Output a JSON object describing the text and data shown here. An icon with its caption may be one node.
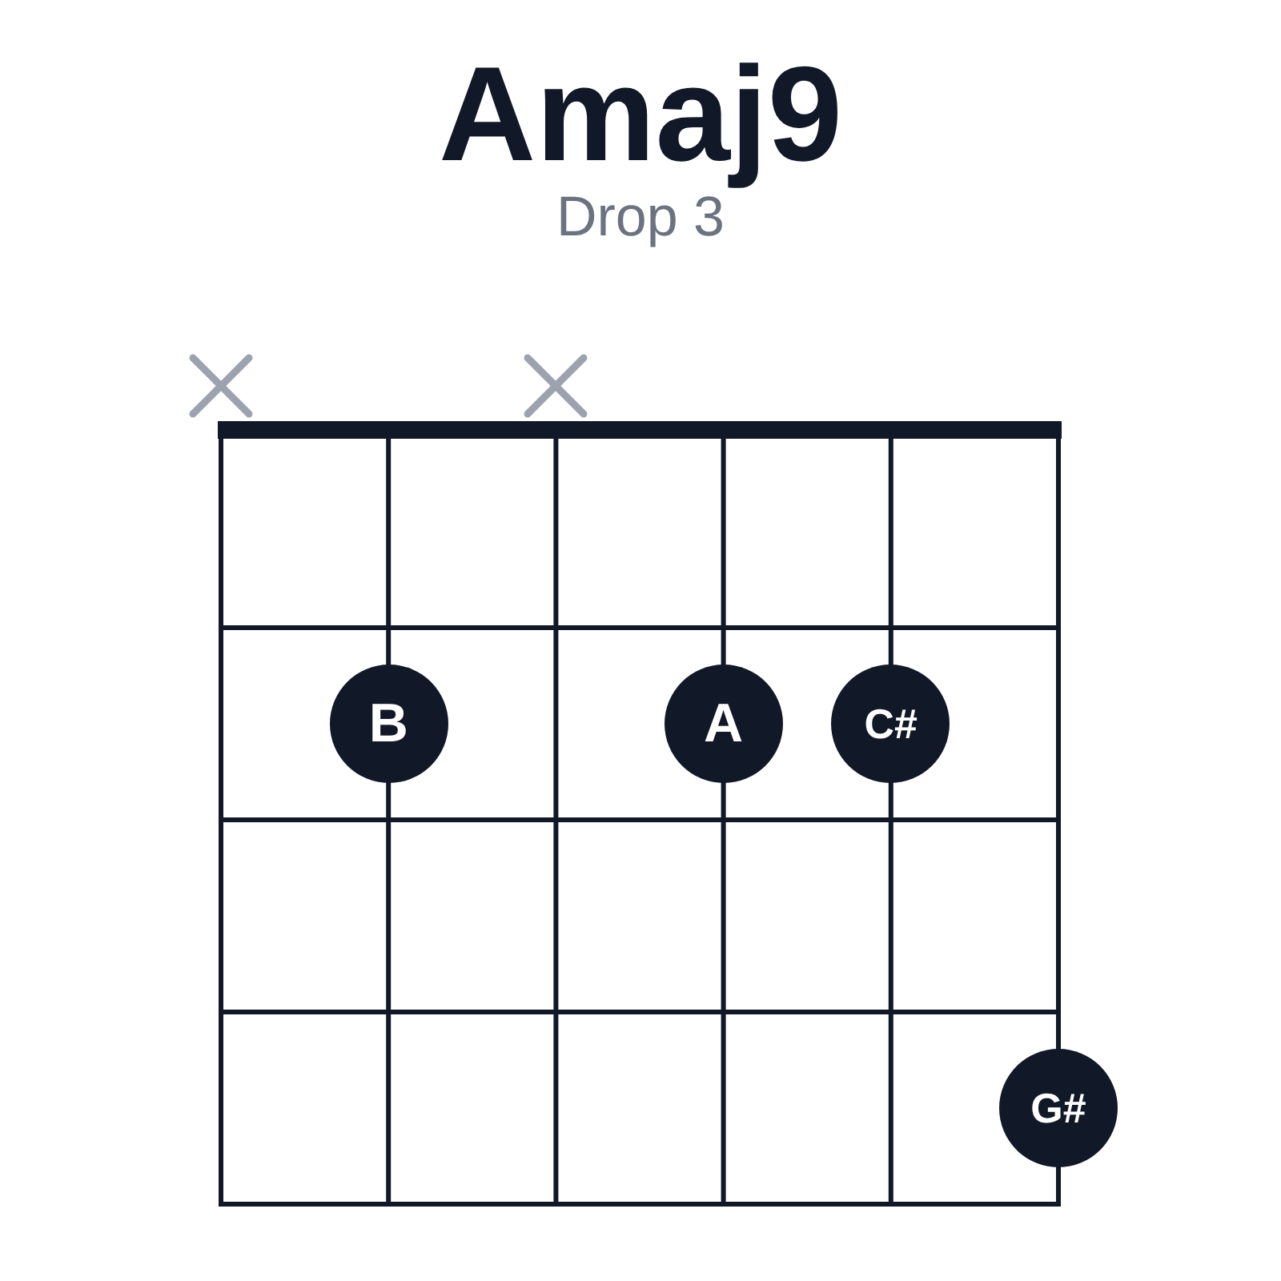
{
  "diagram": {
    "title": "Amaj9",
    "nodes": [
      {
        "text": [
          "B"
        ]
      },
      {
        "text": [
          "A"
        ]
      },
      {
        "text": [
          "C#"
        ]
      },
      {
        "text": [
          "G#"
        ]
      }
    ],
    "labels": [
      "Drop 3"
    ]
  }
}
